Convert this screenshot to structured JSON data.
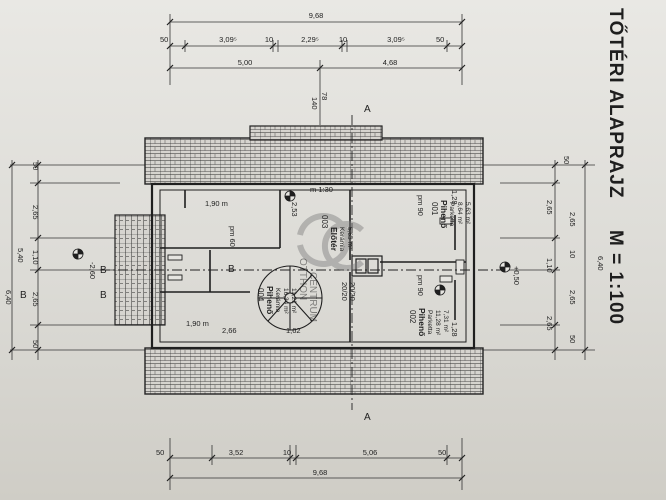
{
  "plan": {
    "title": "TETŐTÉRI ALAPRAJZ",
    "title_visible": "TŐTÉRI ALAPRAJZ",
    "scale": "M = 1:100",
    "watermark": {
      "letters": "OC",
      "text1": "OTTHON",
      "text2": "CENTRUM"
    },
    "section_mark": "A",
    "section_mark_b": "B",
    "stair_mark": "B",
    "roof_label": "m 1:30"
  },
  "dimensions": {
    "top_total": "9,68",
    "top_row": [
      "50",
      "3,09⁵",
      "10",
      "2,29⁵",
      "10",
      "3,09⁵",
      "50"
    ],
    "top_row2": [
      "5,00",
      "4,68"
    ],
    "top_vertical": [
      "140",
      "78"
    ],
    "bottom_row": [
      "50",
      "3,52",
      "10",
      "5,06",
      "50"
    ],
    "bottom_total": "9,68",
    "left": [
      "50",
      "2,65",
      "1,10",
      "5,40",
      "2,65",
      "50",
      "6,40",
      "-2,60"
    ],
    "right": [
      "50",
      "2,65",
      "10",
      "1,10",
      "2,65",
      "50",
      "6,40",
      "+0,50"
    ],
    "inner": [
      "1,90 m",
      "1,90 m",
      "2,66",
      "1,62",
      "1,28",
      "1,28",
      "2,53",
      "pm 90",
      "pm 90",
      "pm 60",
      "20/20",
      "20/20"
    ]
  },
  "rooms": [
    {
      "num": "001",
      "name": "Pihenő",
      "floor": "Parketta",
      "area": "8,64 m²",
      "area2": "5,63 m²"
    },
    {
      "num": "002",
      "name": "Pihenő",
      "floor": "Parketta",
      "area": "11,28 m²",
      "area2": "7,31 m²"
    },
    {
      "num": "003",
      "name": "Előtér",
      "floor": "Kerámia",
      "area": "5,63 m²"
    },
    {
      "num": "004",
      "name": "Pihenő",
      "floor": "Kerámia",
      "area": "16,34 m²",
      "area2": "11,21 m²"
    }
  ],
  "colors": {
    "line": "#1f1f1f",
    "paper": "#e6e5e1",
    "roof": "#cfcdc8",
    "watermark": "#8a8a8a"
  }
}
